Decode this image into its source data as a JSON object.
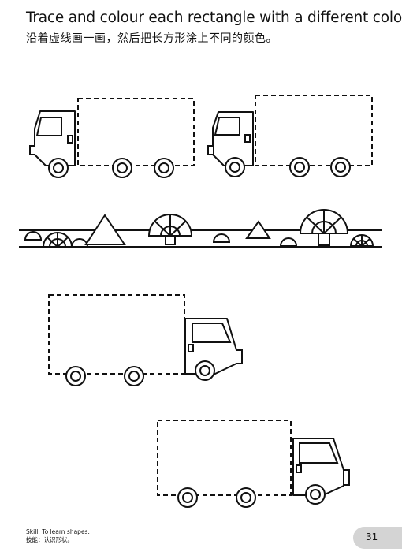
{
  "worksheet": {
    "instruction_en": "Trace and colour each rectangle with a different colour.",
    "instruction_zh": "沿着虚线画一画，然后把长方形涂上不同的颜色。"
  },
  "footer": {
    "skill_en": "Skill:  To learn shapes.",
    "skill_zh": "技能：认识形状。",
    "page_number": "31"
  },
  "colors": {
    "ink": "#111111",
    "page_tab": "#d4d4d4"
  }
}
